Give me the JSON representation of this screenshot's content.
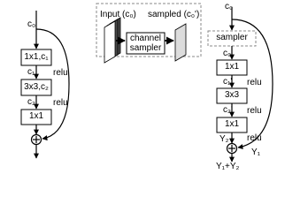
{
  "left_block": {
    "input_label": "c₀",
    "layers": [
      "1x1,c₁",
      "3x3,c₂",
      "1x1"
    ],
    "channel_labels": [
      "c₁",
      "c₂"
    ],
    "activations": [
      "relu",
      "relu"
    ]
  },
  "sampler_legend": {
    "input_label": "Input (c₀)",
    "output_label": "sampled (c₀')",
    "sampler_label_line1": "channel",
    "sampler_label_line2": "sampler"
  },
  "right_block": {
    "input_label": "c₀",
    "sampler_label": "sampler",
    "layers": [
      "1x1",
      "3x3",
      "1x1"
    ],
    "channel_labels": [
      "c₀'",
      "c₁'",
      "c₂'"
    ],
    "activations": [
      "relu",
      "relu",
      "relu"
    ],
    "y2_label": "Y₂",
    "y1_label": "Y₁",
    "output_label": "Y₁+Y₂"
  },
  "colors": {
    "stroke": "#000000",
    "dashed": "#8a8a8a",
    "stack_fill": "#4a4a4a",
    "stack_front": "#ffffff",
    "sampled_fill": "#dcdcdc"
  }
}
